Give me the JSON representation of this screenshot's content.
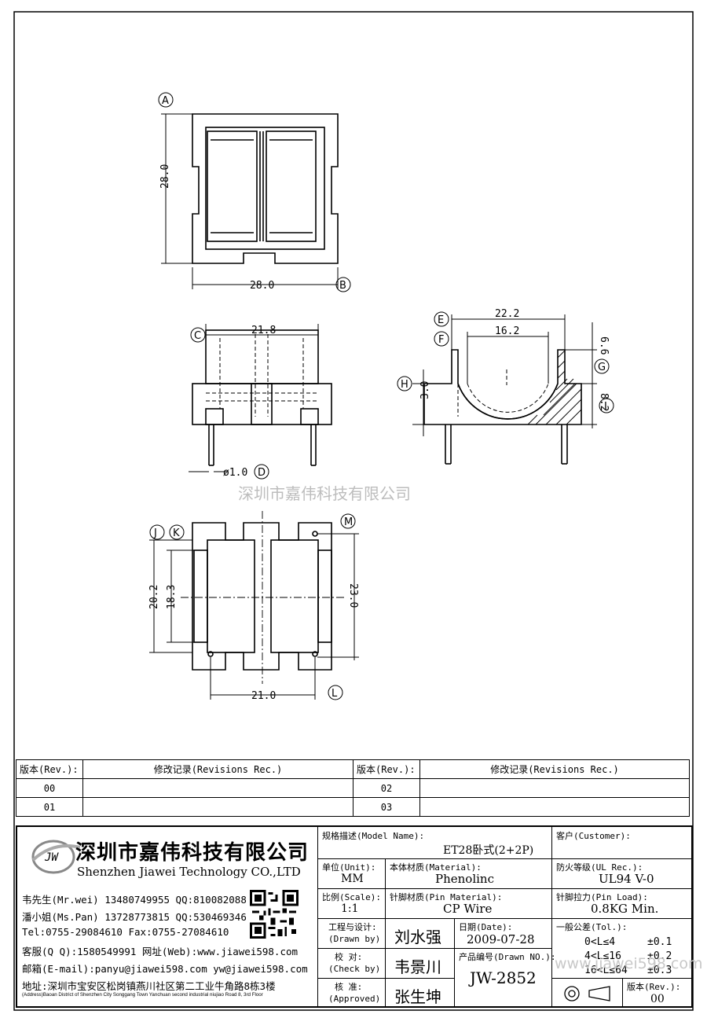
{
  "drawing": {
    "top_view": {
      "height_dim": "28.0",
      "width_dim": "28.0",
      "label_a": "A",
      "label_b": "B"
    },
    "front_view": {
      "width_dim": "21.8",
      "pin_dim": "ø1.0",
      "label_c": "C",
      "label_d": "D"
    },
    "side_view": {
      "outer_dim": "22.2",
      "inner_dim": "16.2",
      "top_dim": "6.6",
      "mid_dim": "8.2",
      "left_dim": "3.0",
      "label_e": "E",
      "label_f": "F",
      "label_g": "G",
      "label_h": "H",
      "label_i": "I"
    },
    "bottom_view": {
      "dim_20_2": "20.2",
      "dim_18_3": "18.3",
      "dim_23_0": "23.0",
      "dim_21_0": "21.0",
      "label_j": "J",
      "label_k": "K",
      "label_l": "L",
      "label_m": "M"
    },
    "watermark": "深圳市嘉伟科技有限公司",
    "watermark_url": "www.jjawei598.com"
  },
  "revisions": {
    "rev_header": "版本(Rev.):",
    "rec_header": "修改记录(Revisions Rec.)",
    "rows": [
      {
        "rev_left": "00",
        "rec_left": "",
        "rev_right": "02",
        "rec_right": ""
      },
      {
        "rev_left": "01",
        "rec_left": "",
        "rev_right": "03",
        "rec_right": ""
      }
    ]
  },
  "company": {
    "name_cn": "深圳市嘉伟科技有限公司",
    "name_en": "Shenzhen Jiawei Technology CO.,LTD",
    "logo_text": "JW",
    "contacts": [
      "韦先生(Mr.wei) 13480749955 QQ:810082088",
      "潘小姐(Ms.Pan) 13728773815 QQ:530469346",
      "Tel:0755-29084610     Fax:0755-27084610",
      "客服(Q Q):1580549991   网址(Web):www.jiawei598.com",
      "邮箱(E-mail):panyu@jiawei598.com  yw@jiawei598.com"
    ],
    "address": "地址:深圳市宝安区松岗镇燕川社区第二工业牛角路8栋3楼",
    "address_en": "(Address)Baoan District of Shenzhen City Songgang Town Yanchuan  second industrial niujiao Road 8, 3rd Floor"
  },
  "title_block": {
    "model_label": "规格描述(Model Name):",
    "model_value": "ET28卧式(2+2P)",
    "customer_label": "客户(Customer):",
    "customer_value": "",
    "unit_label": "单位(Unit):",
    "unit_value": "MM",
    "material_label": "本体材质(Material):",
    "material_value": "Phenolinc",
    "ul_label": "防火等级(UL Rec.):",
    "ul_value": "UL94 V-0",
    "scale_label": "比例(Scale):",
    "scale_value": "1:1",
    "pin_material_label": "针脚材质(Pin Material):",
    "pin_material_value": "CP Wire",
    "pin_load_label": "针脚拉力(Pin Load):",
    "pin_load_value": "0.8KG Min.",
    "drawn_label_cn": "工程与设计:",
    "drawn_label_en": "(Drawn by)",
    "drawn_value": "刘水强",
    "date_label": "日期(Date):",
    "date_value": "2009-07-28",
    "tol_label": "一般公差(Tol.):",
    "tol_rows": [
      {
        "range": "0<L≤4",
        "value": "±0.1"
      },
      {
        "range": "4<L≤16",
        "value": "±0.2"
      },
      {
        "range": "16<L≤64",
        "value": "±0.3"
      }
    ],
    "check_label_cn": "校  对:",
    "check_label_en": "(Check by)",
    "check_value": "韦景川",
    "drawn_no_label": "产品编号(Drawn NO.):",
    "drawn_no_value": "JW-2852",
    "approve_label_cn": "核  准:",
    "approve_label_en": "(Approved)",
    "approve_value": "张生坤",
    "rev_label": "版本(Rev.):",
    "rev_value": "00"
  }
}
